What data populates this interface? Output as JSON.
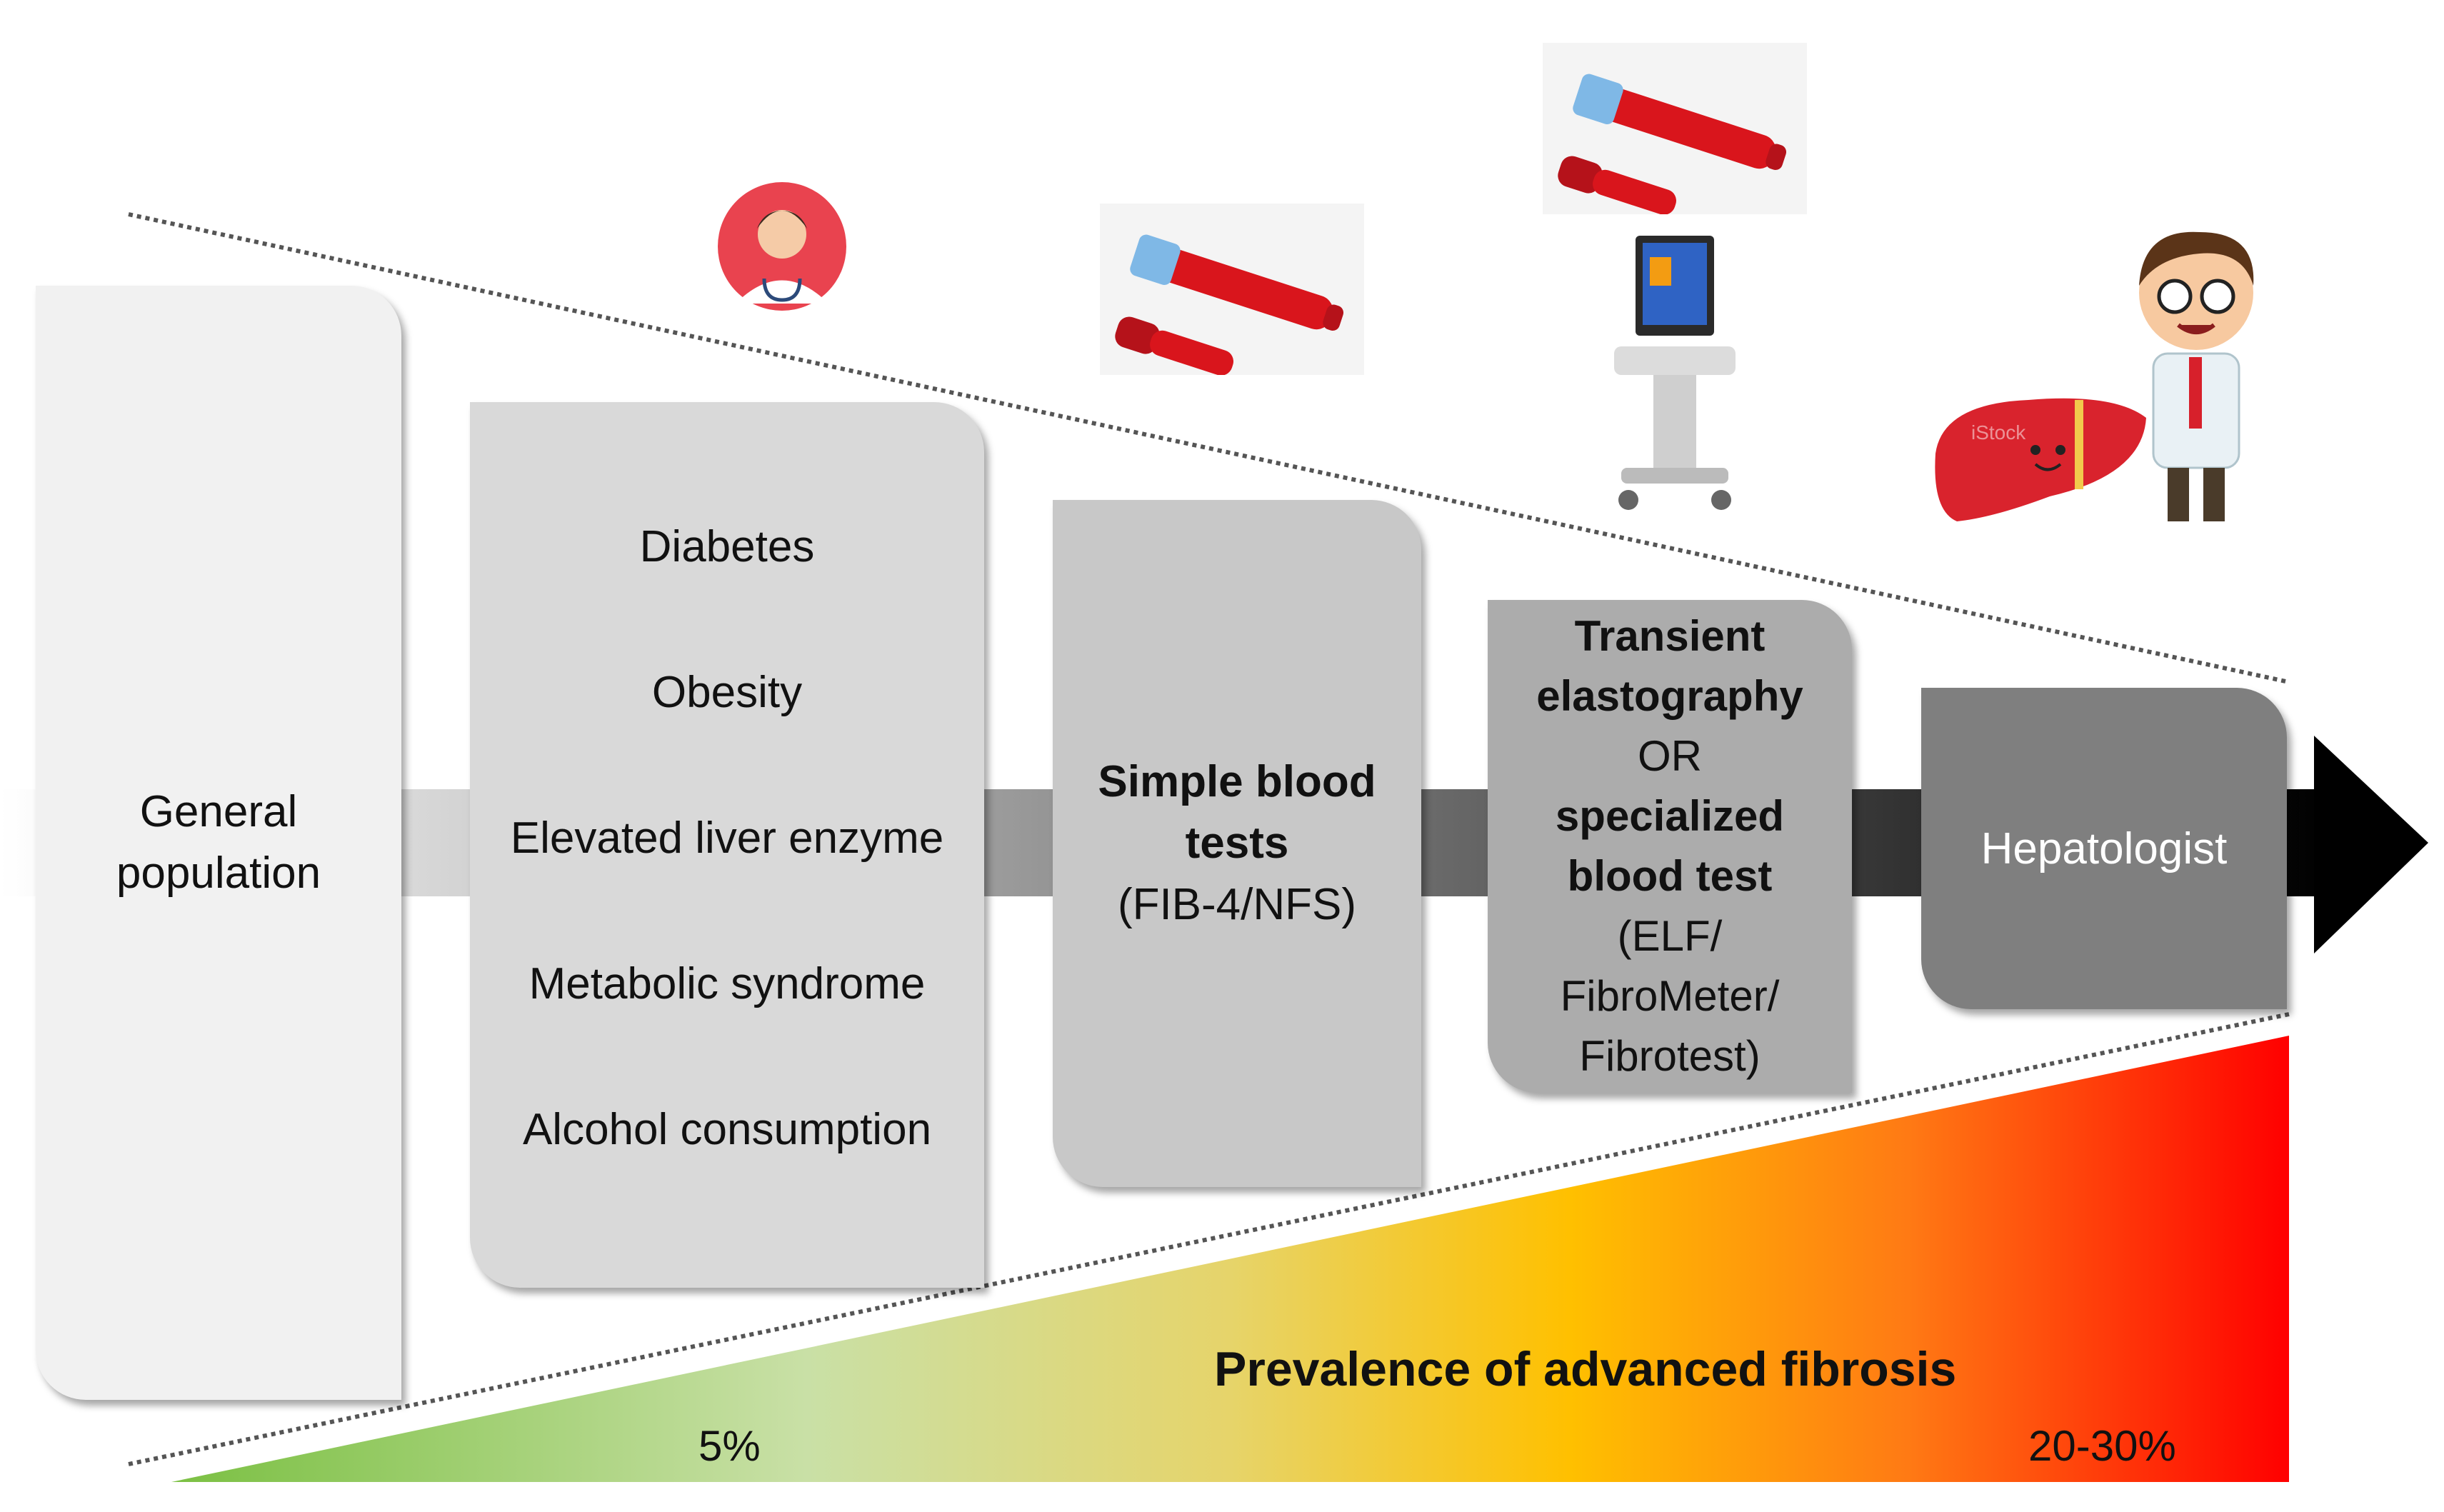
{
  "general": {
    "line1": "General",
    "line2": "population"
  },
  "risk_factors": [
    "Diabetes",
    "Obesity",
    "Elevated liver enzyme",
    "Metabolic syndrome",
    "Alcohol consumption"
  ],
  "blood_tests": {
    "line1": "Simple blood",
    "line2": "tests",
    "line3": "(FIB-4/NFS)"
  },
  "elastography": {
    "line1": "Transient",
    "line2": "elastography",
    "line3": "OR",
    "line4": "specialized",
    "line5": "blood test",
    "line6": "(ELF/",
    "line7": "FibroMeter/",
    "line8": "Fibrotest)"
  },
  "hepatologist": "Hepatologist",
  "prevalence": {
    "title": "Prevalence of advanced fibrosis",
    "low": "5%",
    "high": "20-30%"
  },
  "watermark": "iStock",
  "colors": {
    "gradient_start": "#7bc043",
    "gradient_mid": "#ffc000",
    "gradient_end": "#ff0000",
    "arrow_end": "#000000"
  },
  "icons": [
    "doctor-avatar-icon",
    "blood-tube-icon",
    "blood-tube-icon",
    "ultrasound-machine-icon",
    "cartoon-doctor-icon",
    "liver-icon"
  ]
}
